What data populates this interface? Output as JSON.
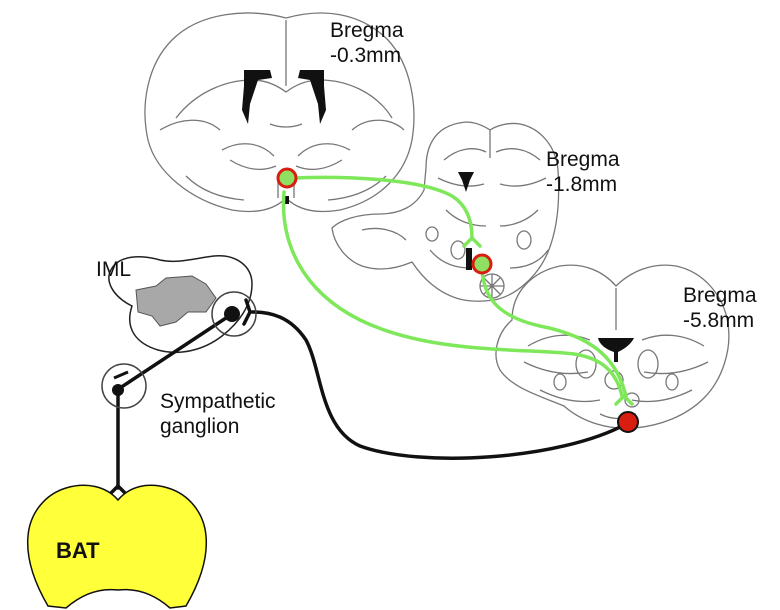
{
  "sections": [
    {
      "bregma_label": "Bregma",
      "bregma_value": "-0.3mm"
    },
    {
      "bregma_label": "Bregma",
      "bregma_value": "-1.8mm"
    },
    {
      "bregma_label": "Bregma",
      "bregma_value": "-5.8mm"
    }
  ],
  "labels": {
    "iml": "IML",
    "ganglion_line1": "Sympathetic",
    "ganglion_line2": "ganglion",
    "bat": "BAT"
  },
  "colors": {
    "pathway_green": "#7ee85a",
    "pathway_black": "#111111",
    "nucleus_red": "#d81e10",
    "nucleus_green": "#8fe060",
    "bat_fill": "#ffff3a",
    "iml_grey": "#a8a8a8",
    "ventricle": "#111111"
  }
}
